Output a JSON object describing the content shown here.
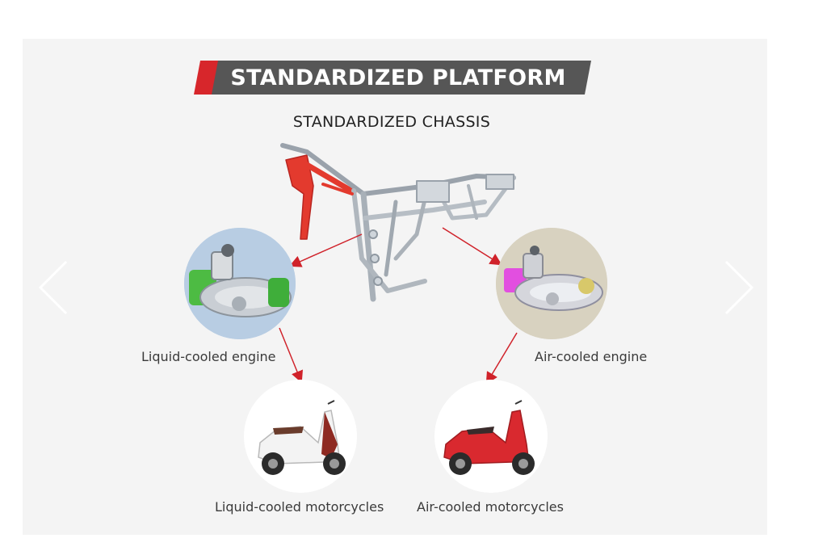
{
  "banner": {
    "title": "STANDARDIZED PLATFORM"
  },
  "subtitle": "STANDARDIZED CHASSIS",
  "nodes": {
    "liquid_engine": "Liquid-cooled engine",
    "air_engine": "Air-cooled engine",
    "liquid_moto": "Liquid-cooled motorcycles",
    "air_moto": "Air-cooled motorcycles"
  },
  "icons": {
    "prev": "chevron-left-icon",
    "next": "chevron-right-icon"
  },
  "colors": {
    "panel": "#f4f4f4",
    "banner_dark": "#565656",
    "accent_red": "#d7262b",
    "arrow_red": "#d0222a",
    "liquid_engine_bg": "#b8cde3",
    "air_engine_bg": "#d8d2c0",
    "moto_bg": "#ffffff"
  }
}
